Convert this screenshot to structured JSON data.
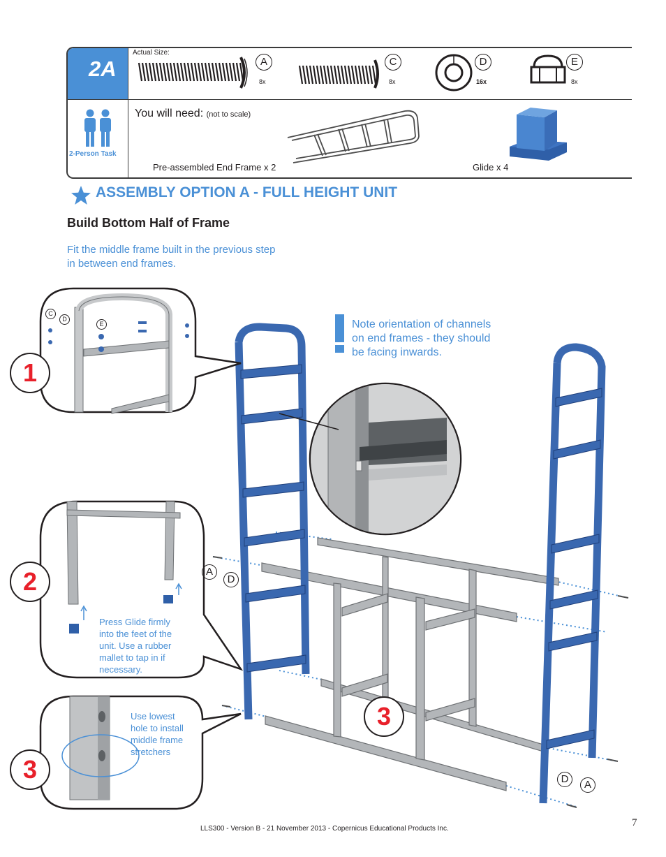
{
  "hardware": {
    "step": "2A",
    "actual_size_label": "Actual Size:",
    "parts": [
      {
        "letter": "A",
        "qty": "8x"
      },
      {
        "letter": "C",
        "qty": "8x"
      },
      {
        "letter": "D",
        "qty": "16x"
      },
      {
        "letter": "E",
        "qty": "8x"
      }
    ],
    "person_task": "2-Person Task",
    "you_will_need": "You will need:",
    "not_to_scale": "(not to scale)",
    "end_frame": "Pre-assembled End Frame x 2",
    "glide": "Glide x 4"
  },
  "heading": "ASSEMBLY OPTION A - FULL HEIGHT UNIT",
  "subheading": "Build Bottom Half of Frame",
  "intro": [
    "Fit the middle frame built in the previous step",
    "in between end frames."
  ],
  "note": [
    "Note orientation of channels",
    "on end frames - they should",
    "be facing inwards."
  ],
  "callouts": {
    "c1_letters": [
      "C",
      "D",
      "E"
    ],
    "c2_text": [
      "Press Glide firmly",
      "into the feet of the",
      "unit. Use a rubber",
      "mallet to tap in if",
      "necessary."
    ],
    "c3_text": [
      "Use lowest",
      "hole to install",
      "middle frame",
      "stretchers"
    ]
  },
  "step_numbers": [
    "1",
    "2",
    "3",
    "3"
  ],
  "diagram_labels": {
    "left": [
      "A",
      "D"
    ],
    "right": [
      "D",
      "A"
    ]
  },
  "footer": "LLS300 - Version B - 21 November 2013 - Copernicus Educational Products Inc.",
  "page_number": "7",
  "colors": {
    "accent_blue": "#4a90d6",
    "frame_blue": "#3a68b0",
    "step_red": "#e8202a",
    "steel_grey": "#a9acaf"
  }
}
